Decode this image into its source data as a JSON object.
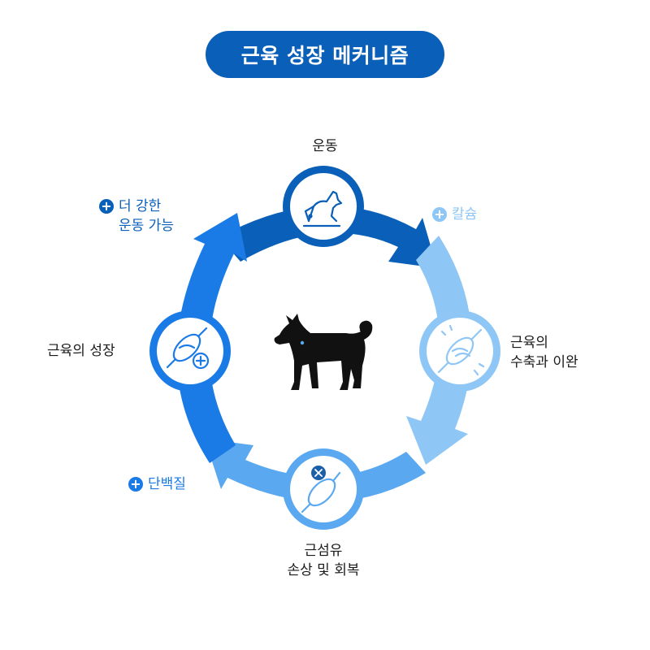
{
  "title": "근육 성장 메커니즘",
  "nodes": {
    "exercise": {
      "label": "운동",
      "icon": "dog-exercise-icon"
    },
    "contraction": {
      "lines": [
        "근육의",
        "수축과 이완"
      ],
      "icon": "muscle-icon"
    },
    "damage": {
      "lines": [
        "근섬유",
        "손상 및 회복"
      ],
      "icon": "damaged-muscle-icon"
    },
    "growth": {
      "label": "근육의 성장",
      "icon": "muscle-plus-icon"
    }
  },
  "center_icon": "dog-silhouette-icon",
  "tags": {
    "calcium": {
      "lines": [
        "칼슘"
      ],
      "color": "#8ec6f5"
    },
    "protein": {
      "lines": [
        "단백질"
      ],
      "color": "#1a7ae6"
    },
    "stronger": {
      "lines": [
        "더 강한",
        "운동 가능"
      ],
      "color": "#0a5fb8"
    }
  },
  "colors": {
    "arc_top": "#0a5fb8",
    "arc_right": "#8ec6f5",
    "arc_bottom": "#5aa8f0",
    "arc_left": "#1a7ae6"
  }
}
